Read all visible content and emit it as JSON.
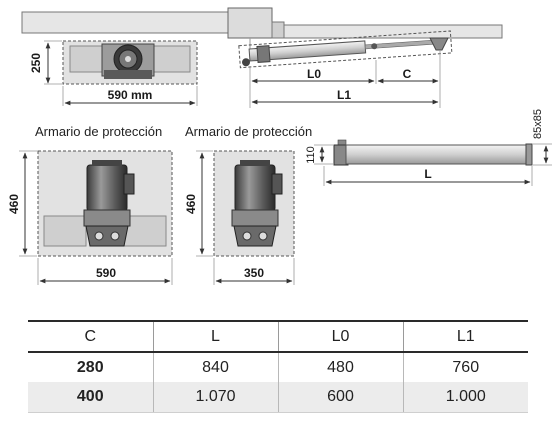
{
  "top": {
    "dim_250": "250",
    "dim_590mm": "590 mm",
    "dim_L0": "L0",
    "dim_C": "C",
    "dim_L1": "L1"
  },
  "cabinets": {
    "left": {
      "caption": "Armario de protección",
      "height": "460",
      "width": "590"
    },
    "right": {
      "caption": "Armario de protección",
      "height": "460",
      "width": "350"
    }
  },
  "cylinder": {
    "dim_110": "110",
    "dim_85x85": "85x85",
    "dim_L": "L"
  },
  "table": {
    "headers": [
      "C",
      "L",
      "L0",
      "L1"
    ],
    "rows": [
      [
        "280",
        "840",
        "480",
        "760"
      ],
      [
        "400",
        "1.070",
        "600",
        "1.000"
      ]
    ]
  },
  "colors": {
    "panel": "#e2e2e2",
    "dashed": "#555555",
    "table_alt": "#ececec"
  }
}
